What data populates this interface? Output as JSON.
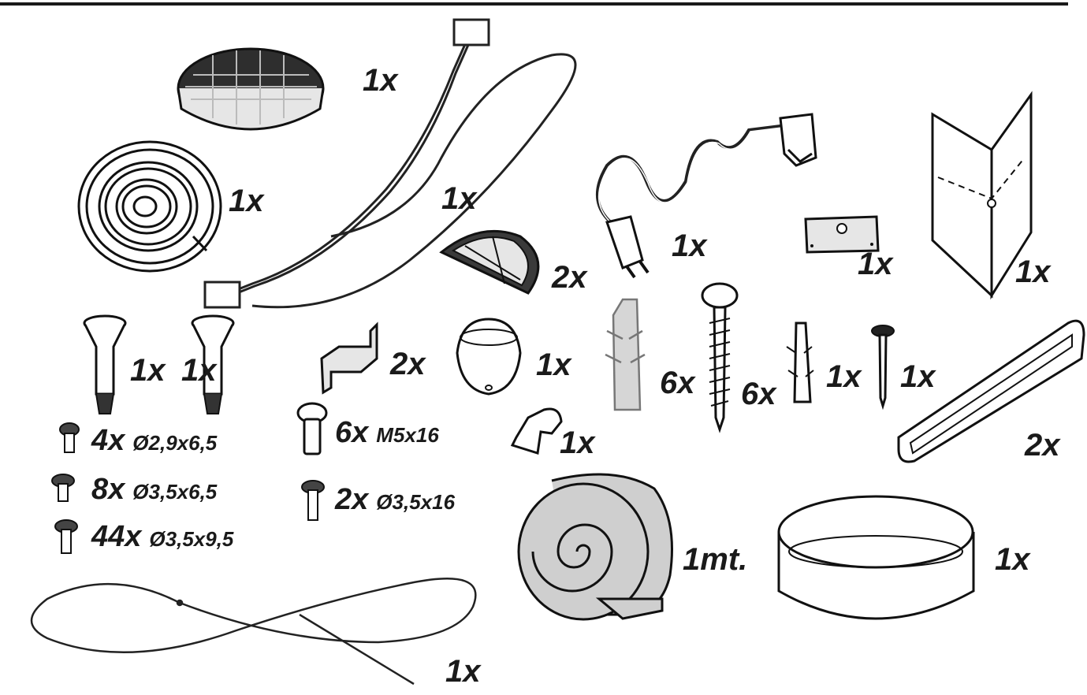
{
  "labels": {
    "filter_qty": "1x",
    "seal_coil_qty": "1x",
    "cable_qty": "1x",
    "half_valve_qty": "2x",
    "power_cord_qty": "1x",
    "plate_qty": "1x",
    "template_qty": "1x",
    "pin_a_qty": "1x",
    "pin_b_qty": "1x",
    "bracket_qty": "2x",
    "cap_qty": "1x",
    "anchor_qty": "6x",
    "woodscrew_qty": "6x",
    "small_anchor_qty": "1x",
    "small_screw_qty": "1x",
    "duct_qty": "2x",
    "clip_qty": "1x",
    "screw1_qty": "4x",
    "screw1_spec": "Ø2,9x6,5",
    "screw2_qty": "8x",
    "screw2_spec": "Ø3,5x6,5",
    "screw3_qty": "44x",
    "screw3_spec": "Ø3,5x9,5",
    "bolt_qty": "6x",
    "bolt_spec": "M5x16",
    "screw4_qty": "2x",
    "screw4_spec": "Ø3,5x16",
    "foam_qty": "1mt.",
    "ring_qty": "1x",
    "wire_qty": "1x"
  },
  "colors": {
    "ink": "#1a1a1a",
    "line": "#222222",
    "fill_light": "#e9e9e9",
    "fill_grey": "#cfcfcf",
    "fill_dark": "#3a3a3a"
  }
}
